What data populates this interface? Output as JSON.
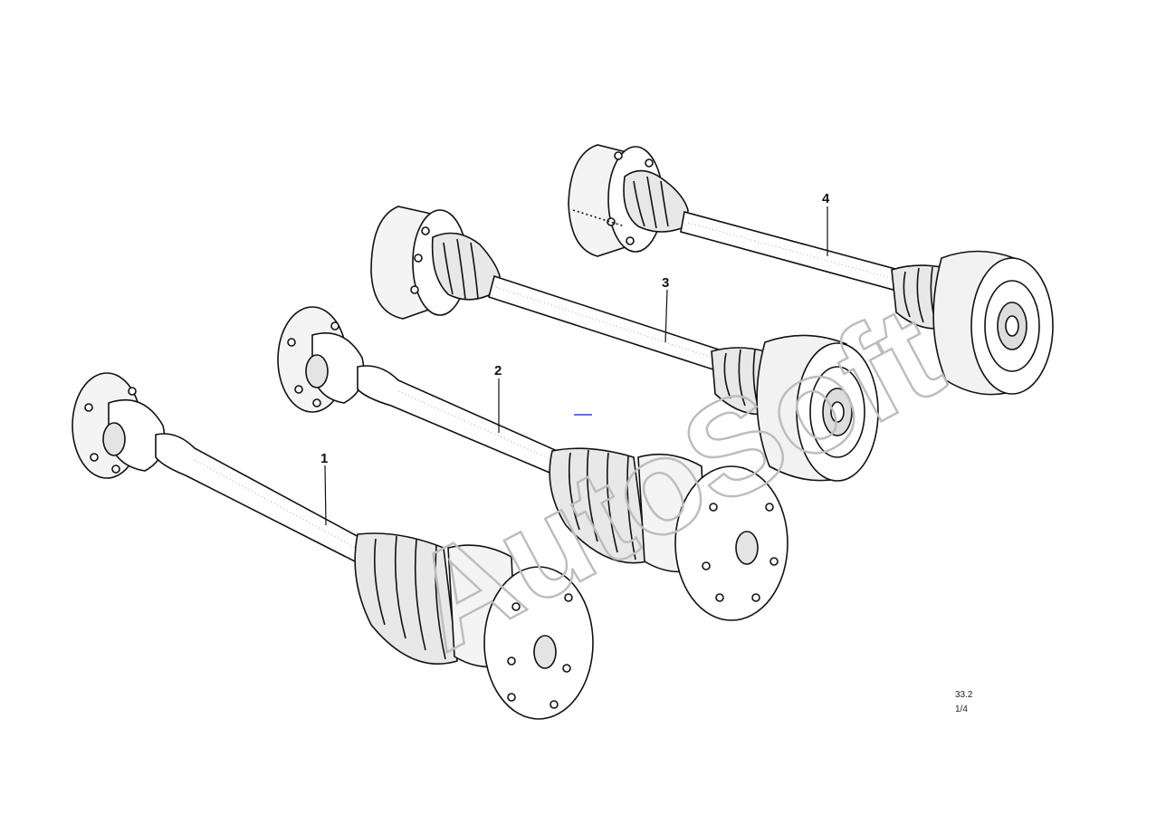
{
  "diagram": {
    "callouts": [
      {
        "id": "1",
        "label": "1"
      },
      {
        "id": "2",
        "label": "2"
      },
      {
        "id": "3",
        "label": "3"
      },
      {
        "id": "4",
        "label": "4"
      }
    ],
    "watermark": "AutoSoft",
    "footer": {
      "section_code": "33.2",
      "page": "1/4"
    },
    "colors": {
      "line": "#111111",
      "shade": "#d8d8d8",
      "watermark": "#bdbdbd",
      "marker": "#6a6aff"
    }
  }
}
